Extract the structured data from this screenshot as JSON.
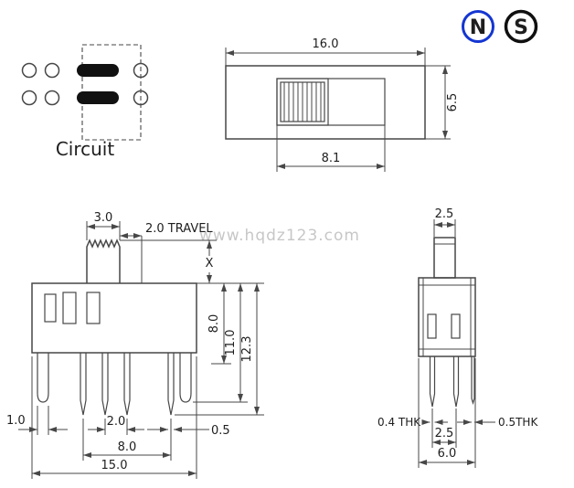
{
  "colors": {
    "line": "#474747",
    "text": "#1e1e1e",
    "logo_n": "#1436d1",
    "logo_s": "#101010",
    "watermark": "#c7c7c7"
  },
  "logos": {
    "n": "N",
    "s": "S"
  },
  "watermark": "www.hqdz123.com",
  "circuit": {
    "label": "Circuit"
  },
  "top_view": {
    "width": "16.0",
    "height": "6.5",
    "slot_width": "8.1"
  },
  "front_view": {
    "knob_width": "3.0",
    "travel": "2.0 TRAVEL",
    "height_x": "X",
    "body_height": "8.0",
    "leg_height": "11.0",
    "total_height": "12.3",
    "leg_width": "1.0",
    "pin_pitch": "2.0",
    "pin_thickness": "0.5",
    "pin_span": "8.0",
    "total_width": "15.0"
  },
  "side_view": {
    "knob_width": "2.5",
    "left_thickness": "0.4 THK",
    "right_thickness": "0.5THK",
    "pin_pitch": "2.5",
    "body_width": "6.0"
  }
}
